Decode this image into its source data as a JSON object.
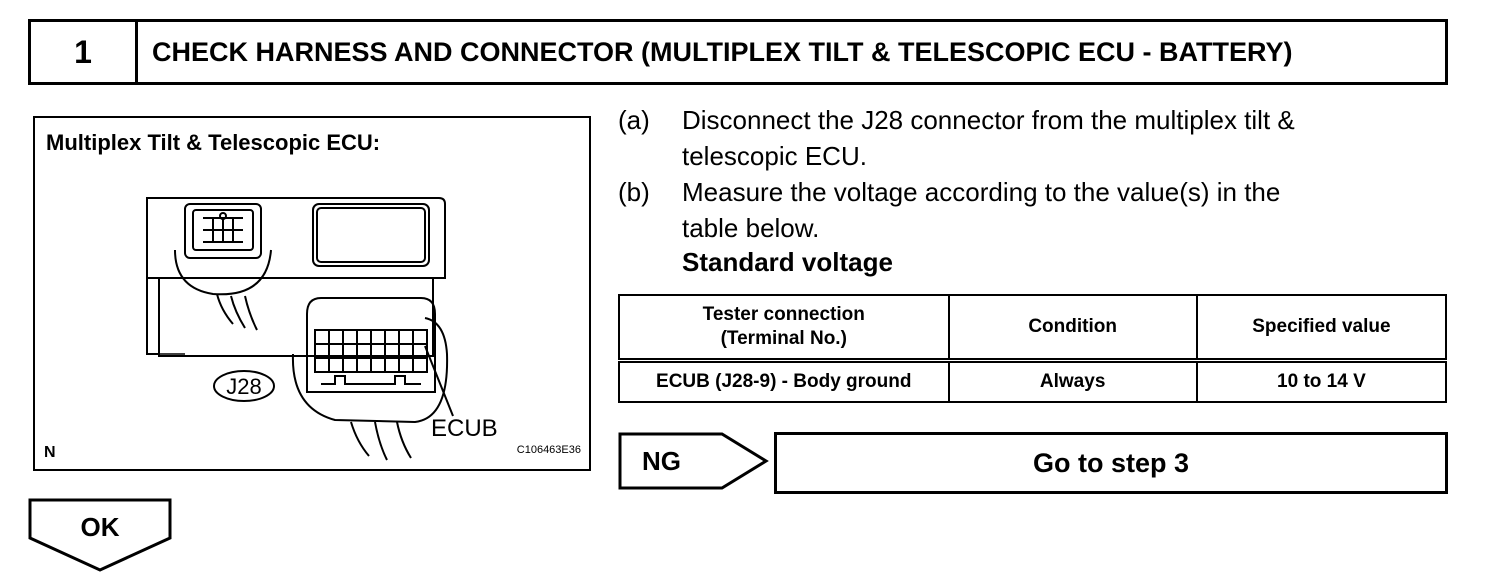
{
  "header": {
    "step_number": "1",
    "title": "CHECK HARNESS AND CONNECTOR (MULTIPLEX TILT & TELESCOPIC ECU - BATTERY)"
  },
  "figure": {
    "title": "Multiplex Tilt & Telescopic ECU:",
    "connector_label": "J28",
    "terminal_label": "ECUB",
    "corner_mark": "N",
    "figure_code": "C106463E36",
    "icons": [
      "ecu-housing-icon",
      "small-connector-icon",
      "j28-connector-icon",
      "wire-harness-icon"
    ]
  },
  "steps": [
    {
      "mark": "(a)",
      "lines": [
        "Disconnect the J28 connector from the multiplex tilt &",
        "telescopic ECU."
      ]
    },
    {
      "mark": "(b)",
      "lines": [
        "Measure the voltage according to the value(s) in the",
        "table below."
      ]
    }
  ],
  "standard_label": "Standard voltage",
  "table": {
    "headers": [
      {
        "line1": "Tester connection",
        "line2": "(Terminal No.)"
      },
      {
        "line1": "Condition"
      },
      {
        "line1": "Specified value"
      }
    ],
    "rows": [
      [
        "ECUB (J28-9) - Body ground",
        "Always",
        "10 to 14 V"
      ]
    ]
  },
  "results": {
    "ng_label": "NG",
    "ng_action": "Go to step 3",
    "ok_label": "OK"
  }
}
